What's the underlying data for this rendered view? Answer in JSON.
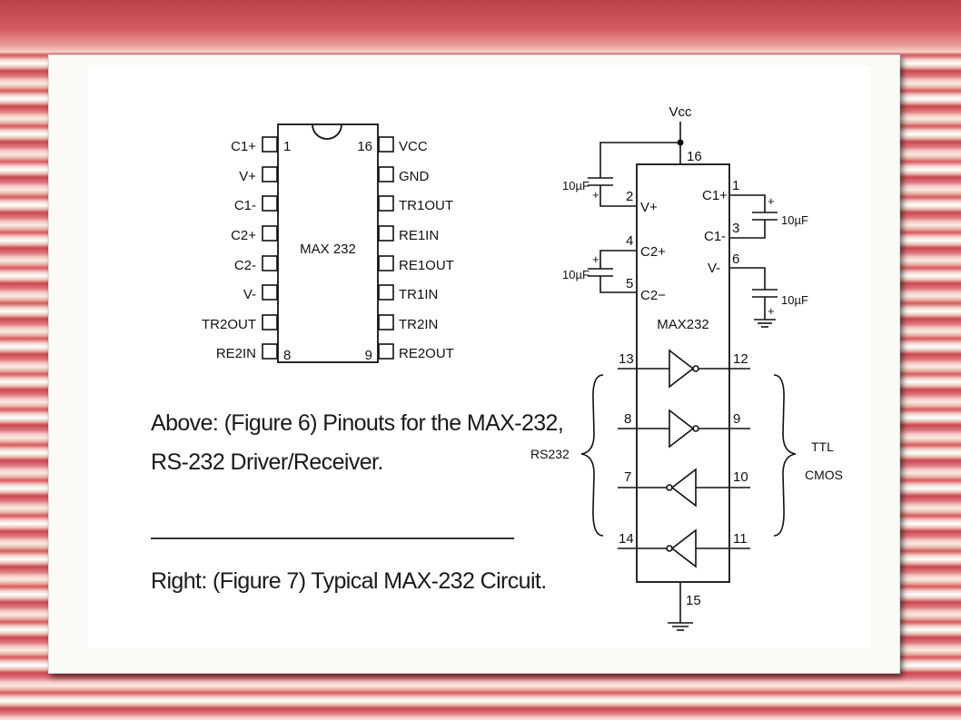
{
  "pinout": {
    "chip_label": "MAX 232",
    "left_pins": [
      {
        "name": "C1+",
        "num": "1"
      },
      {
        "name": "V+",
        "num": ""
      },
      {
        "name": "C1-",
        "num": ""
      },
      {
        "name": "C2+",
        "num": ""
      },
      {
        "name": "C2-",
        "num": ""
      },
      {
        "name": "V-",
        "num": ""
      },
      {
        "name": "TR2OUT",
        "num": ""
      },
      {
        "name": "RE2IN",
        "num": "8"
      }
    ],
    "right_pins": [
      {
        "name": "VCC",
        "num": "16"
      },
      {
        "name": "GND",
        "num": ""
      },
      {
        "name": "TR1OUT",
        "num": ""
      },
      {
        "name": "RE1IN",
        "num": ""
      },
      {
        "name": "RE1OUT",
        "num": ""
      },
      {
        "name": "TR1IN",
        "num": ""
      },
      {
        "name": "TR2IN",
        "num": ""
      },
      {
        "name": "RE2OUT",
        "num": "9"
      }
    ]
  },
  "captions": {
    "above_line1": "Above: (Figure 6) Pinouts for the MAX-232,",
    "above_line2": "RS-232 Driver/Receiver.",
    "right_line1": "Right: (Figure 7) Typical MAX-232 Circuit."
  },
  "circuit": {
    "vcc_label": "Vcc",
    "chip_label": "MAX232",
    "pin16": "16",
    "pin15": "15",
    "cap_value": "10µF",
    "cap_polarity": "+",
    "left_labels": {
      "vplus": "V+",
      "c2plus": "C2+",
      "c2minus": "C2−"
    },
    "left_pins": {
      "p2": "2",
      "p4": "4",
      "p5": "5"
    },
    "right_labels": {
      "c1plus": "C1+",
      "c1minus": "C1-",
      "vminus": "V-"
    },
    "right_pins": {
      "p1": "1",
      "p3": "3",
      "p6": "6"
    },
    "buffers": [
      {
        "left": "13",
        "right": "12"
      },
      {
        "left": "8",
        "right": "9"
      },
      {
        "left": "7",
        "right": "10"
      },
      {
        "left": "14",
        "right": "11"
      }
    ],
    "rs232_label": "RS232",
    "ttl_label": "TTL",
    "cmos_label": "CMOS"
  }
}
